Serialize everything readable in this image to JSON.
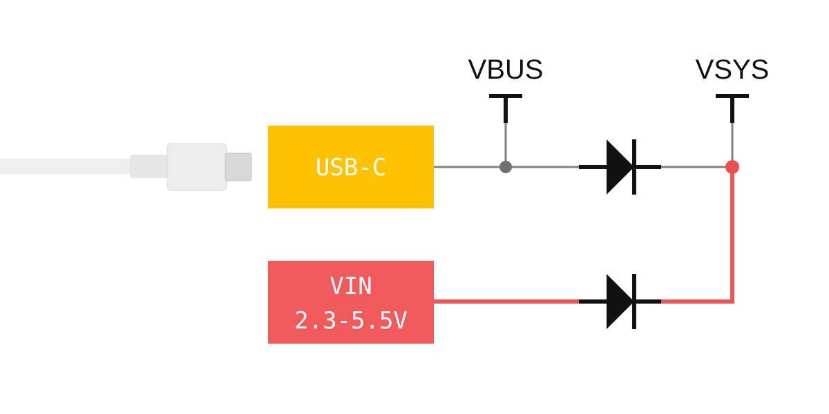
{
  "diagram": {
    "nodes": {
      "usb_c": {
        "label": "USB-C"
      },
      "vin": {
        "label_line1": "VIN",
        "label_line2": "2.3-5.5V"
      },
      "vbus": {
        "label": "VBUS"
      },
      "vsys": {
        "label": "VSYS"
      }
    },
    "colors": {
      "usb_box": "#FDC201",
      "vin_box": "#F15A5A",
      "usb_wire": "#808080",
      "vin_wire": "#EE5555",
      "diode": "#111111",
      "junction_usb": "#707070",
      "junction_vsys": "#EE4F51",
      "cable": "#EDEDED",
      "box_text": "#FFFFFF",
      "net_text": "#111111"
    },
    "icons": [
      "usb-c-cable-icon",
      "diode-symbol",
      "terminal-symbol"
    ]
  }
}
